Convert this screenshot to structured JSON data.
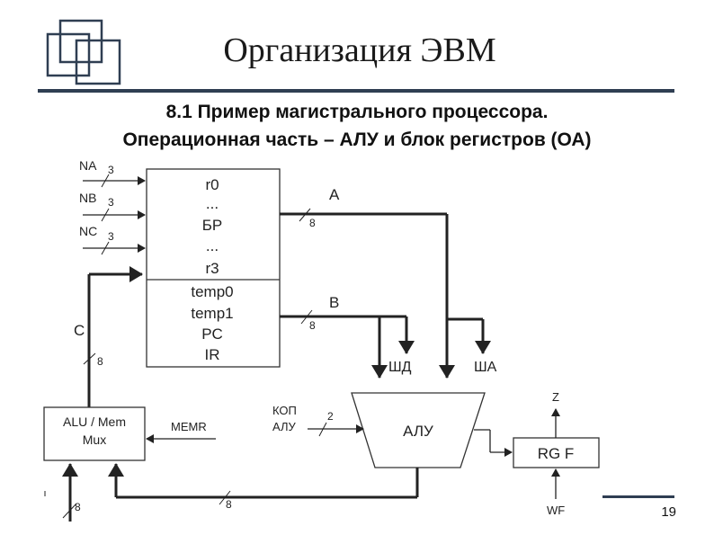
{
  "slide": {
    "title": "Организация ЭВМ",
    "subtitle_line1": "8.1 Пример магистрального процессора.",
    "subtitle_line2": "Операционная часть – АЛУ и блок  регистров (ОА)",
    "page_number": "19",
    "accent_color": "#2f3e52"
  },
  "diagram": {
    "register_block": {
      "upper": [
        "r0",
        "...",
        "БР",
        "...",
        "r3"
      ],
      "lower": [
        "temp0",
        "temp1",
        "PC",
        "IR"
      ]
    },
    "inputs": [
      {
        "name": "NA",
        "width": "3"
      },
      {
        "name": "NB",
        "width": "3"
      },
      {
        "name": "NC",
        "width": "3"
      }
    ],
    "bus_a": {
      "label": "A",
      "width": "8"
    },
    "bus_b": {
      "label": "B",
      "width": "8"
    },
    "bus_c": {
      "label": "C",
      "width": "8"
    },
    "shd_label": "ШД",
    "sha_label": "ША",
    "alu": {
      "label": "АЛУ",
      "op_label_line1": "КОП",
      "op_label_line2": "АЛУ",
      "op_width": "2"
    },
    "mux": {
      "line1": "ALU / Mem",
      "line2": "Mux",
      "memr": "MEMR",
      "mem_in_width": "8"
    },
    "result_bus_width": "8",
    "flags": {
      "label": "RG F",
      "out": "Z",
      "in": "WF"
    }
  }
}
